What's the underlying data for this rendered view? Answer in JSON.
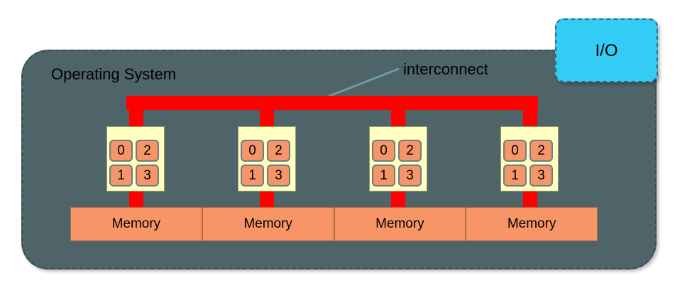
{
  "os_label": "Operating System",
  "io_label": "I/O",
  "interconnect_label": "interconnect",
  "nodes": [
    {
      "cores": [
        "0",
        "2",
        "1",
        "3"
      ]
    },
    {
      "cores": [
        "0",
        "2",
        "1",
        "3"
      ]
    },
    {
      "cores": [
        "0",
        "2",
        "1",
        "3"
      ]
    },
    {
      "cores": [
        "0",
        "2",
        "1",
        "3"
      ]
    }
  ],
  "memory": [
    "Memory",
    "Memory",
    "Memory",
    "Memory"
  ],
  "colors": {
    "os_background": "#4f6468",
    "interconnect": "#ff0000",
    "io": "#33ccf5",
    "node_background": "#ffffc0",
    "core": "#f4956a",
    "memory": "#f79566"
  }
}
